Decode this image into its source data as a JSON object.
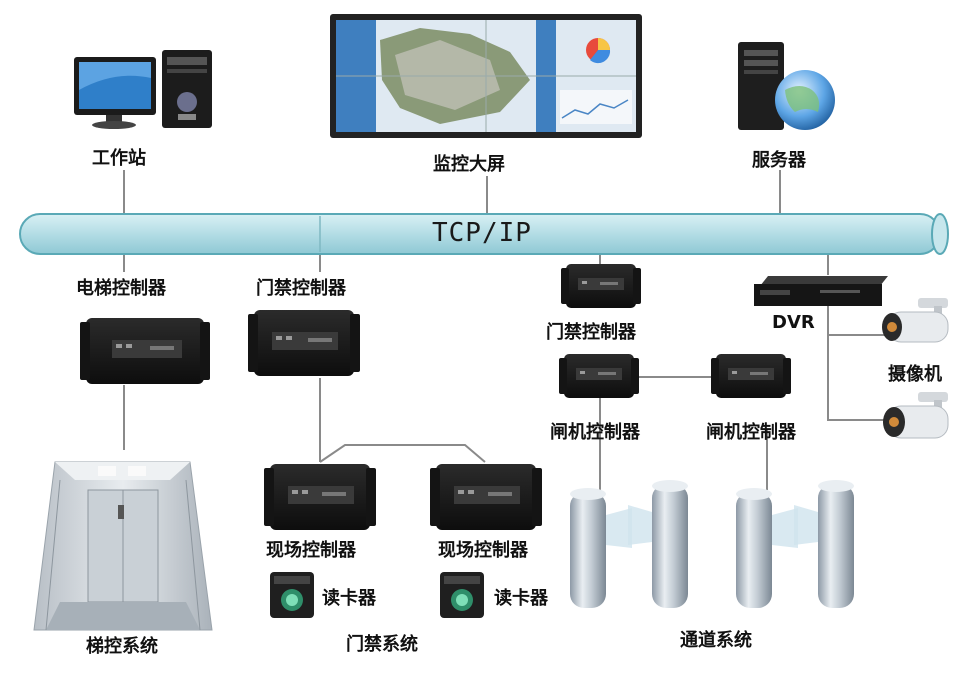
{
  "bus": {
    "label": "TCP/IP"
  },
  "top": {
    "workstation": "工作站",
    "screen": "监控大屏",
    "server": "服务器"
  },
  "elevator": {
    "controller": "电梯控制器",
    "system": "梯控系统"
  },
  "access": {
    "controller": "门禁控制器",
    "field_left": "现场控制器",
    "field_right": "现场控制器",
    "reader_left": "读卡器",
    "reader_right": "读卡器",
    "system": "门禁系统"
  },
  "passage": {
    "access_controller": "门禁控制器",
    "gate_left": "闸机控制器",
    "gate_right": "闸机控制器",
    "system": "通道系统"
  },
  "video": {
    "dvr": "DVR",
    "camera": "摄像机"
  },
  "colors": {
    "bus_fill": "#b9dfe6",
    "bus_stroke": "#5aa9b6",
    "line": "#8a8a8a",
    "device": "#1a1a1a"
  }
}
